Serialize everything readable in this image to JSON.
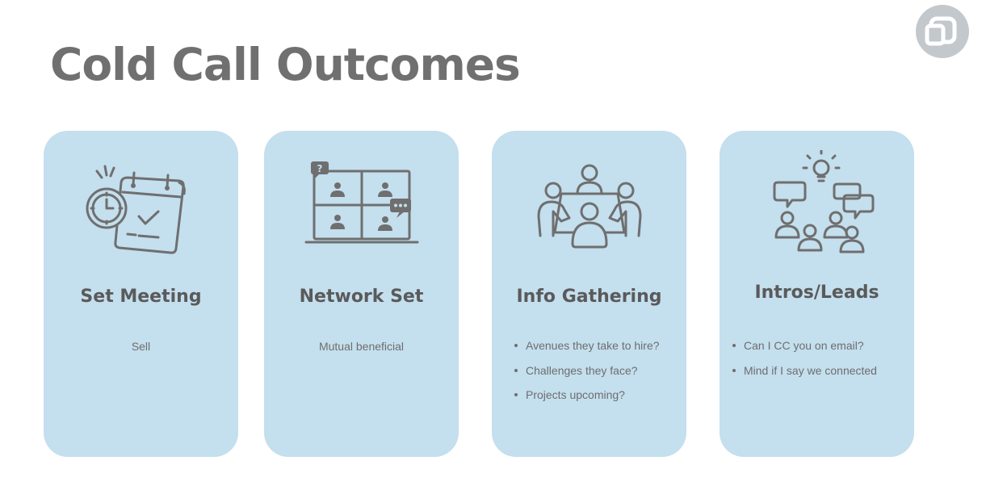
{
  "slide": {
    "title": "Cold Call Outcomes",
    "logo_icon": "rounded-square-logo-icon",
    "colors": {
      "card_background": "#c4dfee",
      "title_text": "#707070",
      "icon_stroke": "#6f6f6f"
    }
  },
  "cards": [
    {
      "icon": "calendar-clock-icon",
      "title": "Set Meeting",
      "subtitle": "Sell"
    },
    {
      "icon": "video-conference-icon",
      "title": "Network Set",
      "subtitle": "Mutual beneficial"
    },
    {
      "icon": "meeting-table-icon",
      "title": "Info Gathering",
      "bullets": [
        "Avenues they take to hire?",
        "Challenges they face?",
        "Projects upcoming?"
      ]
    },
    {
      "icon": "people-ideas-icon",
      "title": "Intros/Leads",
      "bullets": [
        "Can I CC you on email?",
        "Mind if I say we connected"
      ]
    }
  ]
}
